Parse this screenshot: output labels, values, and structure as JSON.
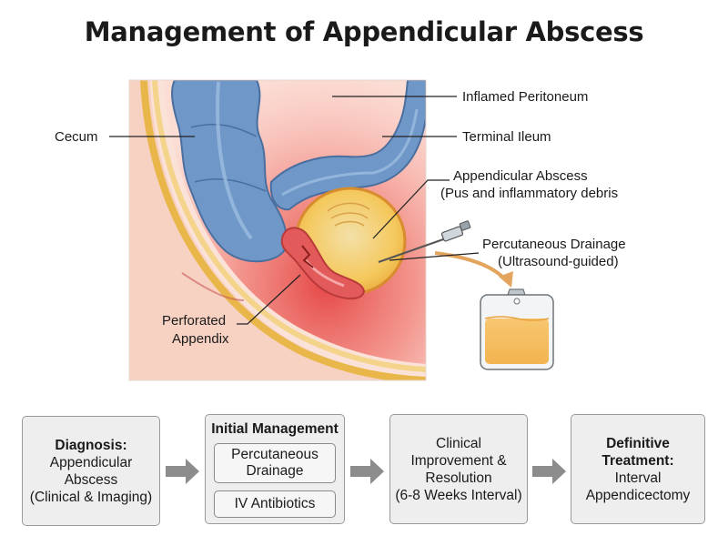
{
  "title": "Management of Appendicular Abscess",
  "labels": {
    "inflamed_peritoneum": "Inflamed Peritoneum",
    "cecum": "Cecum",
    "terminal_ileum": "Terminal Ileum",
    "abscess_line1": "Appendicular Abscess",
    "abscess_line2": "(Pus and inflammatory debris",
    "drainage_line1": "Percutaneous Drainage",
    "drainage_line2": "(Ultrasound-guided)",
    "perforated_line1": "Perforated",
    "perforated_line2": "Appendix"
  },
  "flow": {
    "diagnosis": {
      "heading": "Diagnosis:",
      "lines": [
        "Appendicular",
        "Abscess",
        "(Clinical & Imaging)"
      ]
    },
    "initial": {
      "heading": "Initial Management",
      "drainage_lines": [
        "Percutaneous",
        "Drainage"
      ],
      "antibiotics": "IV Antibiotics"
    },
    "improvement": {
      "lines": [
        "Clinical",
        "Improvement &",
        "Resolution",
        "(6-8 Weeks Interval)"
      ]
    },
    "definitive": {
      "heading_lines": [
        "Definitive",
        "Treatment:"
      ],
      "lines": [
        "Interval",
        "Appendicectomy"
      ]
    }
  },
  "colors": {
    "bowel": "#6f98c8",
    "inflammation": "#e85a5a",
    "abscess": "#f2c24f",
    "flow_box": "#eeeeee",
    "arrow": "#8c8c8c"
  }
}
